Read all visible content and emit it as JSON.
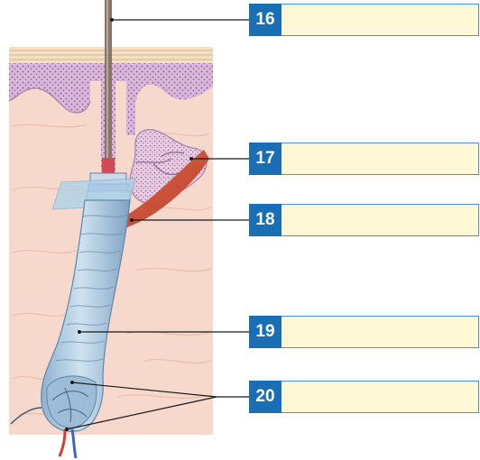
{
  "labels": [
    {
      "number": "16",
      "answer": ""
    },
    {
      "number": "17",
      "answer": ""
    },
    {
      "number": "18",
      "answer": ""
    },
    {
      "number": "19",
      "answer": ""
    },
    {
      "number": "20",
      "answer": ""
    }
  ],
  "colors": {
    "badge": "#1a6fb4",
    "answer_box_fill": "#fff8d6",
    "answer_box_border": "#4b8fcf",
    "dermis": "#f6d9cc",
    "epidermis": "#d7b5d8",
    "sheath": "#b9d3e6",
    "muscle": "#d6523b"
  },
  "icons": [
    "hair-follicle-illustration",
    "leader-line"
  ]
}
